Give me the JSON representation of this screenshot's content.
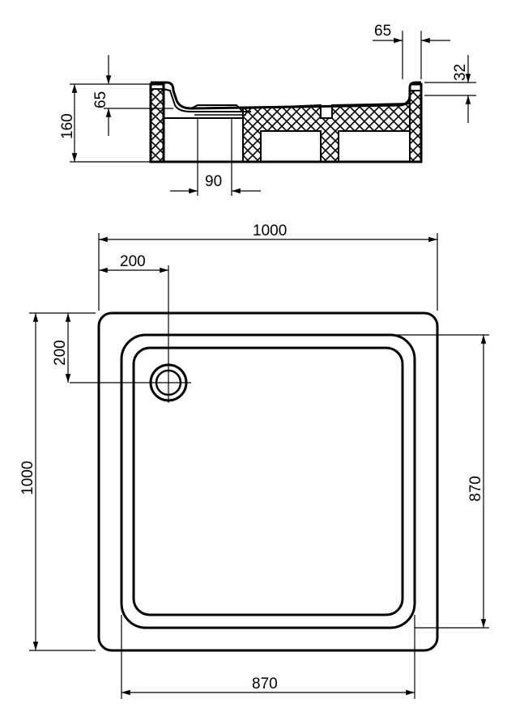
{
  "section_dimensions": {
    "rim_width": "65",
    "rim_lip_height": "32",
    "inner_depth": "65",
    "total_height": "160",
    "drain_width": "90"
  },
  "plan_dimensions": {
    "overall_width": "1000",
    "overall_depth": "1000",
    "drain_offset_x": "200",
    "drain_offset_y": "200",
    "inner_width": "870",
    "inner_depth": "870"
  }
}
